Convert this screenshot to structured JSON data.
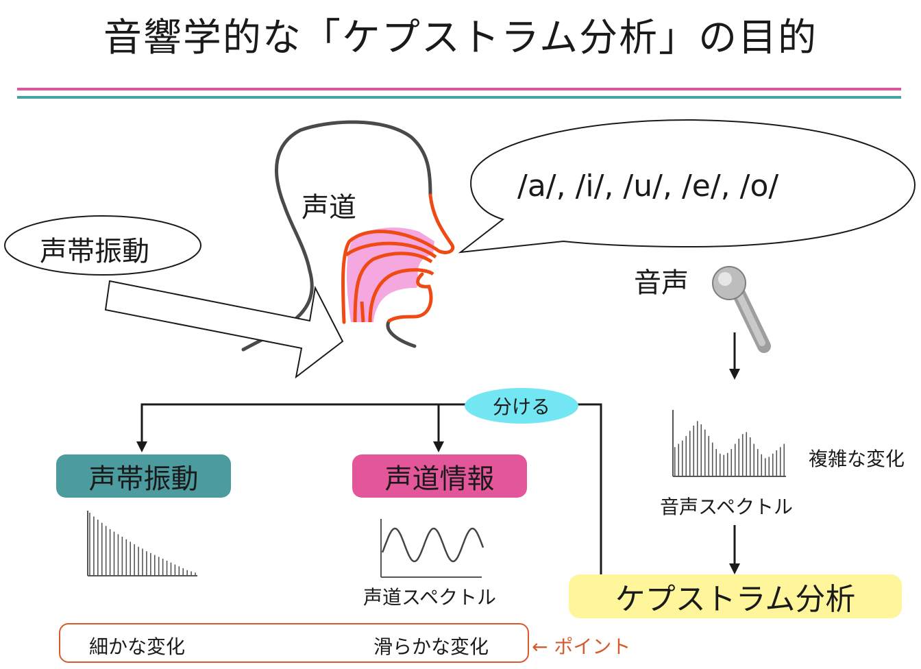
{
  "title": "音響学的な「ケプストラム分析」の目的",
  "colors": {
    "rule_pink": "#d9589a",
    "rule_teal": "#45a3a3",
    "vocal_box": "#4c9b9e",
    "tract_box": "#e4569a",
    "cepstrum_box": "#fff59a",
    "wakeru_bubble": "#73e6f4",
    "tract_outline": "#f04a14",
    "tract_fill": "#f5a8df",
    "point_accent": "#d65a2e"
  },
  "labels": {
    "vocal_fold_vibration_ellipse": "声帯振動",
    "vocal_tract": "声道",
    "vowels": "/a/,  /i/,  /u/,  /e/,  /o/",
    "voice": "音声",
    "separate": "分ける",
    "box_vocal_fold": "声帯振動",
    "box_vocal_tract": "声道情報",
    "box_cepstrum": "ケプストラム分析",
    "complex_change": "複雑な変化",
    "voice_spectrum": "音声スペクトル",
    "vocal_tract_spectrum": "声道スペクトル",
    "fine_change": "細かな変化",
    "smooth_change": "滑らかな変化",
    "point": "← ポイント"
  },
  "icons": [
    "head-silhouette-icon",
    "vocal-tract-icon",
    "microphone-icon",
    "block-arrow-icon",
    "speech-bubble-icon"
  ],
  "voice_spectrum_bars": [
    0.45,
    0.5,
    0.55,
    0.62,
    0.7,
    0.78,
    0.85,
    0.8,
    0.72,
    0.62,
    0.52,
    0.42,
    0.35,
    0.33,
    0.36,
    0.42,
    0.5,
    0.58,
    0.65,
    0.68,
    0.6,
    0.5,
    0.42,
    0.34,
    0.28,
    0.3,
    0.35,
    0.4,
    0.45,
    0.5
  ],
  "vocal_fold_spectrum_bars": [
    1.0,
    0.94,
    0.89,
    0.84,
    0.79,
    0.74,
    0.7,
    0.66,
    0.62,
    0.58,
    0.54,
    0.5,
    0.46,
    0.43,
    0.39,
    0.36,
    0.33,
    0.3,
    0.27,
    0.24,
    0.21,
    0.18,
    0.15,
    0.12,
    0.09,
    0.07,
    0.05
  ]
}
